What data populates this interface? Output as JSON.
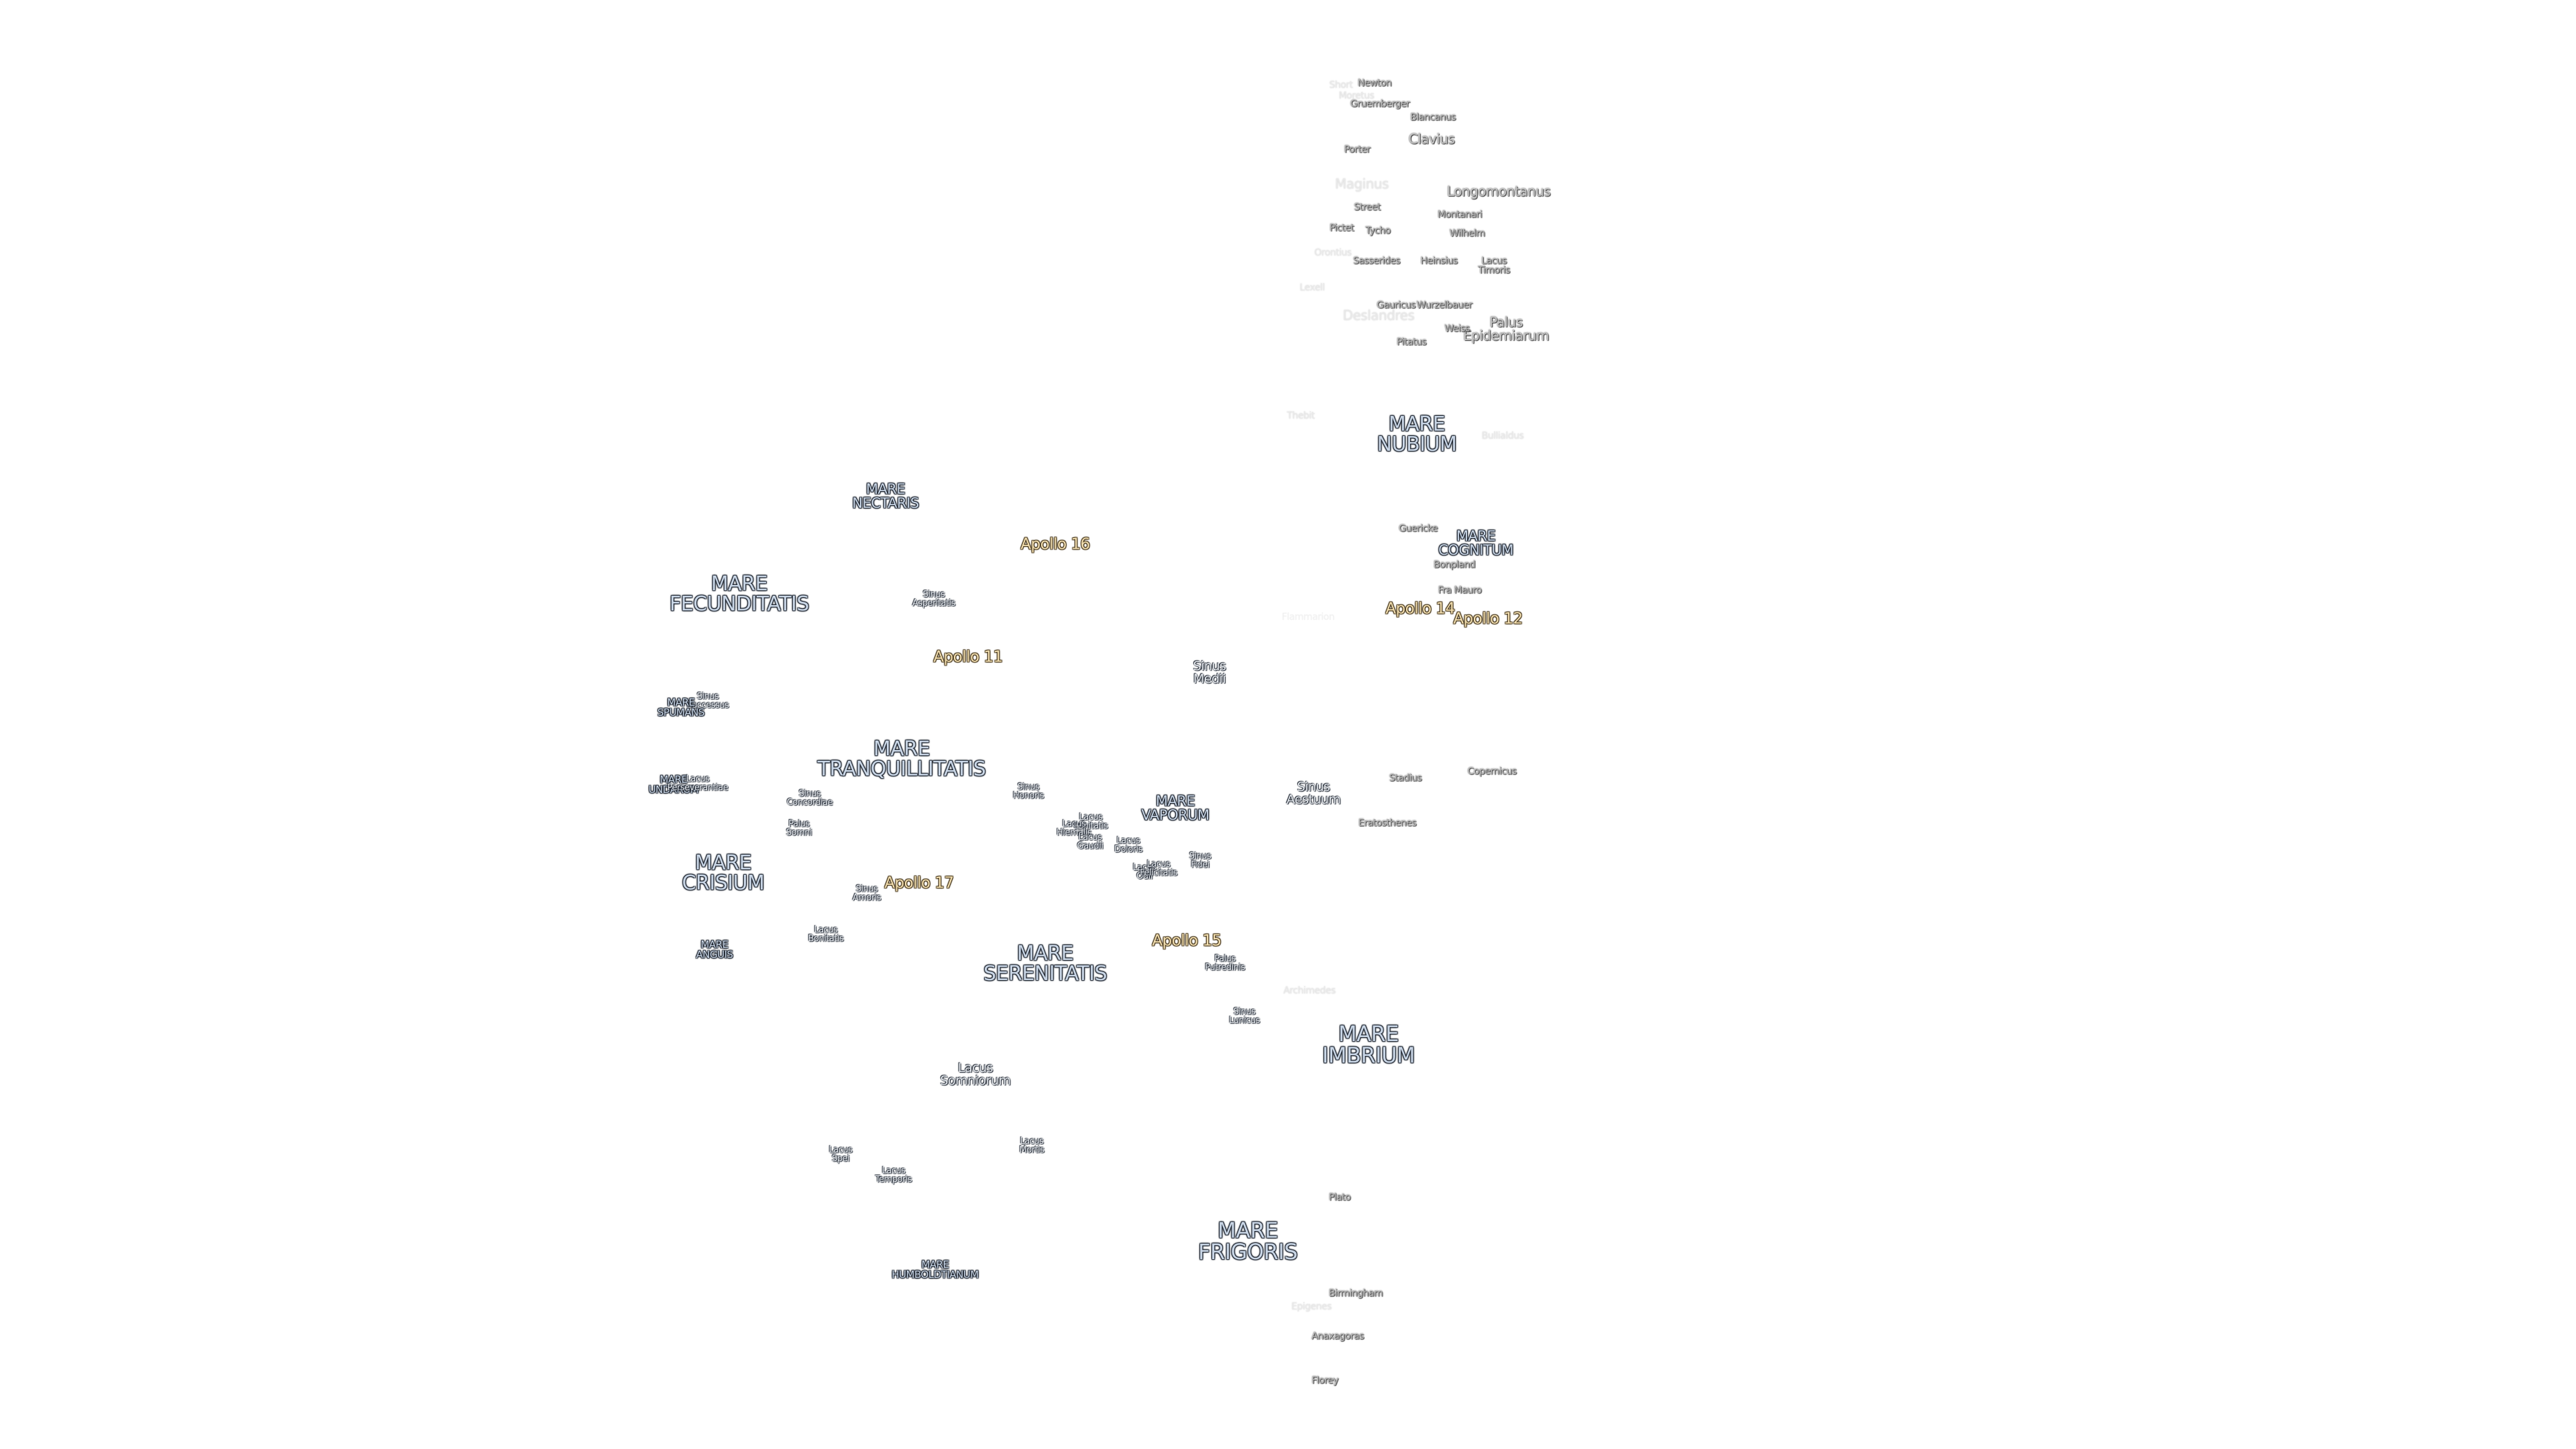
{
  "labels": [
    {
      "text": "Short",
      "cls": "crater faint"
    },
    {
      "text": "Newton",
      "cls": "crater"
    },
    {
      "text": "Moretus",
      "cls": "crater faint"
    },
    {
      "text": "Gruemberger",
      "cls": "crater"
    },
    {
      "text": "Blancanus",
      "cls": "crater"
    },
    {
      "text": "Clavius",
      "cls": "crater md"
    },
    {
      "text": "Porter",
      "cls": "crater"
    },
    {
      "text": "Maginus",
      "cls": "crater md faint"
    },
    {
      "text": "Longomontanus",
      "cls": "crater md"
    },
    {
      "text": "Street",
      "cls": "crater"
    },
    {
      "text": "Montanari",
      "cls": "crater"
    },
    {
      "text": "Pictet",
      "cls": "crater"
    },
    {
      "text": "Tycho",
      "cls": "crater"
    },
    {
      "text": "Wilhelm",
      "cls": "crater"
    },
    {
      "text": "Orontius",
      "cls": "crater faint"
    },
    {
      "text": "Sasserides",
      "cls": "crater"
    },
    {
      "text": "Heinsius",
      "cls": "crater"
    },
    {
      "text": "Lacus\nTimoris",
      "cls": "crater"
    },
    {
      "text": "Lexell",
      "cls": "crater faint"
    },
    {
      "text": "Gauricus",
      "cls": "crater"
    },
    {
      "text": "Wurzelbauer",
      "cls": "crater"
    },
    {
      "text": "Deslandres",
      "cls": "crater md faint"
    },
    {
      "text": "Palus\nEpidemiarum",
      "cls": "crater md"
    },
    {
      "text": "Weiss",
      "cls": "crater"
    },
    {
      "text": "Pitatus",
      "cls": "crater"
    },
    {
      "text": "Thebit",
      "cls": "crater faint"
    },
    {
      "text": "MARE\nNUBIUM",
      "cls": "mare"
    },
    {
      "text": "Bullialdus",
      "cls": "crater faint"
    },
    {
      "text": "MARE\nNECTARIS",
      "cls": "mare sm"
    },
    {
      "text": "Apollo 16",
      "cls": "apollo"
    },
    {
      "text": "Guericke",
      "cls": "crater"
    },
    {
      "text": "MARE\nCOGNITUM",
      "cls": "mare sm"
    },
    {
      "text": "Bonpland",
      "cls": "crater"
    },
    {
      "text": "MARE\nFECUNDITATIS",
      "cls": "mare"
    },
    {
      "text": "Sinus\nAsperitatis",
      "cls": "feat"
    },
    {
      "text": "Fra Mauro",
      "cls": "crater"
    },
    {
      "text": "Apollo 14",
      "cls": "apollo"
    },
    {
      "text": "Apollo 12",
      "cls": "apollo"
    },
    {
      "text": "Flammarion",
      "cls": "crater vfaint"
    },
    {
      "text": "Apollo 11",
      "cls": "apollo"
    },
    {
      "text": "Sinus\nMedii",
      "cls": "feat md"
    },
    {
      "text": "Sinus\nSuccessus",
      "cls": "feat"
    },
    {
      "text": "MARE\nSPUMANS",
      "cls": "mare xs"
    },
    {
      "text": "MARE\nTRANQUILLITATIS",
      "cls": "mare"
    },
    {
      "text": "Sinus\nConcordiae",
      "cls": "feat"
    },
    {
      "text": "Sinus\nHonoris",
      "cls": "feat"
    },
    {
      "text": "MARE\nVAPORUM",
      "cls": "mare sm"
    },
    {
      "text": "Sinus\nAestuum",
      "cls": "feat md"
    },
    {
      "text": "Stadius",
      "cls": "crater"
    },
    {
      "text": "Copernicus",
      "cls": "crater"
    },
    {
      "text": "MARE\nUNDARUM",
      "cls": "mare xs"
    },
    {
      "text": "Lacus\nPerseverantiae",
      "cls": "feat"
    },
    {
      "text": "Palus\nSomni",
      "cls": "feat"
    },
    {
      "text": "Lacus\nLenitatis",
      "cls": "feat"
    },
    {
      "text": "Lacus\nHiemalis",
      "cls": "feat"
    },
    {
      "text": "Lacus\nGaudii",
      "cls": "feat"
    },
    {
      "text": "Lacus\nDoloris",
      "cls": "feat"
    },
    {
      "text": "Eratosthenes",
      "cls": "crater"
    },
    {
      "text": "MARE\nCRISIUM",
      "cls": "mare"
    },
    {
      "text": "Lacus\nOdii",
      "cls": "feat"
    },
    {
      "text": "Lacus\nFelicitatis",
      "cls": "feat"
    },
    {
      "text": "Sinus\nFidei",
      "cls": "feat"
    },
    {
      "text": "Sinus\nAmoris",
      "cls": "feat"
    },
    {
      "text": "Apollo 17",
      "cls": "apollo"
    },
    {
      "text": "Lacus\nBonitatis",
      "cls": "feat"
    },
    {
      "text": "Apollo 15",
      "cls": "apollo"
    },
    {
      "text": "MARE\nANGUIS",
      "cls": "mare xs"
    },
    {
      "text": "MARE\nSERENITATIS",
      "cls": "mare"
    },
    {
      "text": "Palus\nPutredinis",
      "cls": "feat"
    },
    {
      "text": "Archimedes",
      "cls": "crater faint"
    },
    {
      "text": "Sinus\nLunicus",
      "cls": "feat"
    },
    {
      "text": "MARE\nIMBRIUM",
      "cls": "mare big"
    },
    {
      "text": "Lacus\nSomniorum",
      "cls": "feat md"
    },
    {
      "text": "Lacus\nMortis",
      "cls": "feat"
    },
    {
      "text": "Lacus\nSpei",
      "cls": "feat"
    },
    {
      "text": "Lacus\nTemporis",
      "cls": "feat"
    },
    {
      "text": "Plato",
      "cls": "crater"
    },
    {
      "text": "MARE\nFRIGORIS",
      "cls": "mare big"
    },
    {
      "text": "MARE\nHUMBOLDTIANUM",
      "cls": "mare xs"
    },
    {
      "text": "Birmingham",
      "cls": "crater"
    },
    {
      "text": "Epigenes",
      "cls": "crater faint"
    },
    {
      "text": "Anaxagoras",
      "cls": "crater"
    },
    {
      "text": "Florey",
      "cls": "crater"
    }
  ]
}
